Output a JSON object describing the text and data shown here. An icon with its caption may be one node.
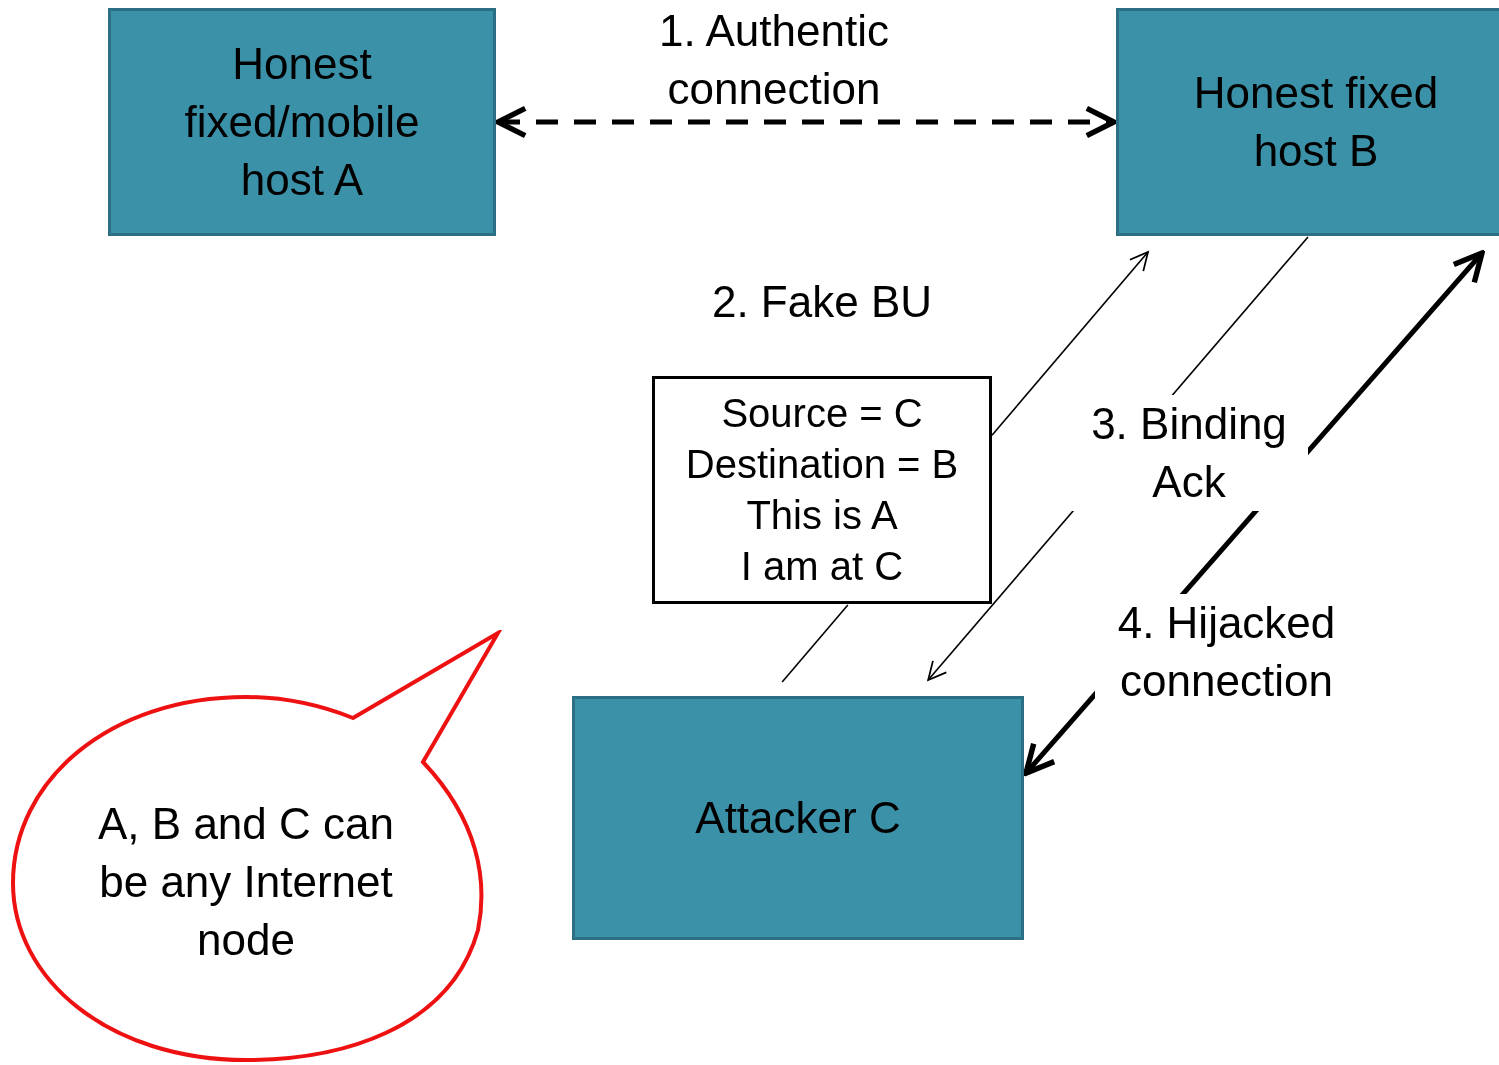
{
  "diagram": {
    "nodes": [
      {
        "text": [
          "Honest fixed/mobile host A"
        ]
      },
      {
        "text": [
          "Honest fixed host B"
        ]
      },
      {
        "text": [
          "2. Fake BU",
          "Source = C",
          "Destination = B",
          "This is A",
          "I am at C"
        ]
      },
      {
        "text": [
          "Attacker C"
        ]
      },
      {
        "text": [
          "A, B and C can be any Internet node"
        ]
      }
    ],
    "edges": [
      {
        "from": 0,
        "to": 1,
        "arrow": "both",
        "style": "dashed",
        "label": "1. Authentic connection"
      },
      {
        "from": 3,
        "to": 2,
        "arrow": "none"
      },
      {
        "from": 2,
        "to": 1,
        "arrow": "to"
      },
      {
        "from": 1,
        "to": 3,
        "arrow": "to",
        "label": "3. Binding Ack"
      },
      {
        "from": 3,
        "to": 1,
        "arrow": "both",
        "style": "thick",
        "label": "4. Hijacked connection"
      }
    ]
  }
}
